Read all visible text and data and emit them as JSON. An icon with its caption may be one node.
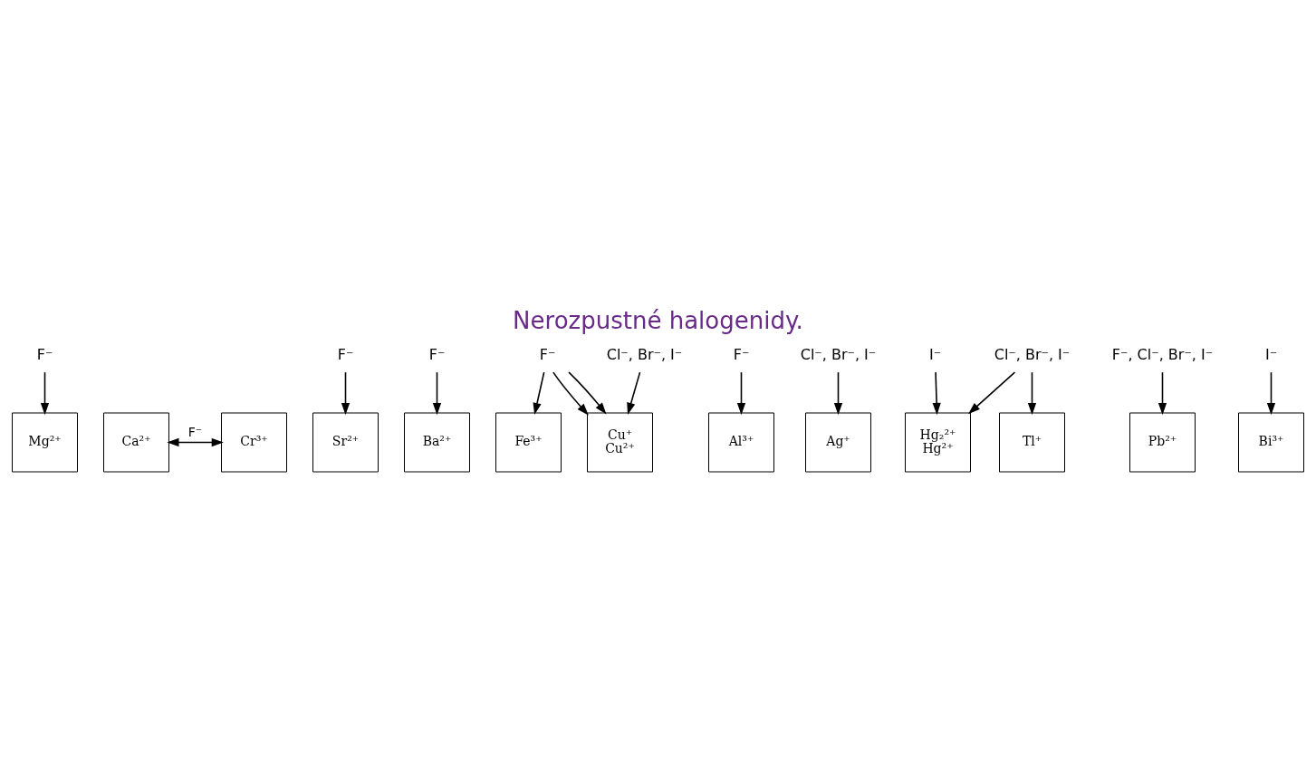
{
  "diagram": {
    "title": "Nerozpustné halogenidy.",
    "nodes": [
      {
        "text": [
          "Mg²⁺"
        ]
      },
      {
        "text": [
          "F⁻"
        ]
      },
      {
        "text": [
          "Ca²⁺"
        ]
      },
      {
        "text": [
          "Cr³⁺"
        ]
      },
      {
        "text": [
          "Sr²⁺"
        ]
      },
      {
        "text": [
          "F⁻"
        ]
      },
      {
        "text": [
          "Ba²⁺"
        ]
      },
      {
        "text": [
          "F⁻"
        ]
      },
      {
        "text": [
          "F⁻"
        ]
      },
      {
        "text": [
          "Fe³⁺"
        ]
      },
      {
        "text": [
          "Cu⁺",
          "Cu²⁺"
        ]
      },
      {
        "text": [
          "Al³⁺"
        ]
      },
      {
        "text": [
          "F⁻"
        ]
      },
      {
        "text": [
          "Cl⁻, Br⁻, I⁻"
        ]
      },
      {
        "text": [
          "Cl⁻, Br⁻, I⁻"
        ]
      },
      {
        "text": [
          "Ag⁺"
        ]
      },
      {
        "text": [
          "Cl⁻, Br⁻, I⁻"
        ]
      },
      {
        "text": [
          "I⁻"
        ]
      },
      {
        "text": [
          "Hg₂²⁺",
          "Hg²⁺"
        ]
      },
      {
        "text": [
          "Tl⁺"
        ]
      },
      {
        "text": [
          "Pb²⁺"
        ]
      },
      {
        "text": [
          "Bi³⁺"
        ]
      },
      {
        "text": [
          "I⁻"
        ]
      },
      {
        "text": [
          "F⁻, Cl⁻, Br⁻, I⁻"
        ]
      }
    ],
    "edges": [
      {
        "from": 1,
        "to": 0,
        "arrow": "to"
      },
      {
        "from": 2,
        "to": 3,
        "arrow": "both",
        "label": "F⁻"
      },
      {
        "from": 5,
        "to": 4,
        "arrow": "to"
      },
      {
        "from": 7,
        "to": 6,
        "arrow": "to"
      },
      {
        "from": 8,
        "to": 9,
        "arrow": "to"
      },
      {
        "from": 8,
        "to": 10,
        "arrow": "to"
      },
      {
        "from": 8,
        "to": 10,
        "arrow": "to"
      },
      {
        "from": 12,
        "to": 11,
        "arrow": "to"
      },
      {
        "from": 13,
        "to": 10,
        "arrow": "to"
      },
      {
        "from": 14,
        "to": 15,
        "arrow": "to"
      },
      {
        "from": 16,
        "to": 18,
        "arrow": "to"
      },
      {
        "from": 16,
        "to": 19,
        "arrow": "to"
      },
      {
        "from": 17,
        "to": 18,
        "arrow": "to"
      },
      {
        "from": 22,
        "to": 21,
        "arrow": "to"
      },
      {
        "from": 23,
        "to": 20,
        "arrow": "to"
      }
    ]
  }
}
